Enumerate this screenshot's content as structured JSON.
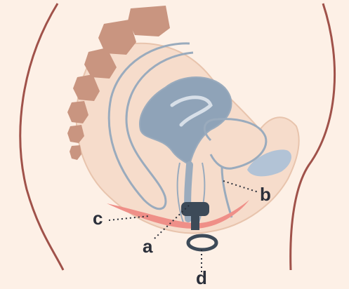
{
  "diagram": {
    "labels": {
      "a": "a",
      "b": "b",
      "c": "c",
      "d": "d"
    },
    "colors": {
      "background": "#fdf0e6",
      "body_outline": "#a0524a",
      "tissue_fill": "#f6dccb",
      "tissue_line": "#e8c4ad",
      "bone": "#c99580",
      "organ_outline": "#9aabbd",
      "organ_fill": "#8fa3b8",
      "muscle": "#ef8f88",
      "device": "#3d4a58",
      "label_text": "#2b2f3a"
    }
  }
}
